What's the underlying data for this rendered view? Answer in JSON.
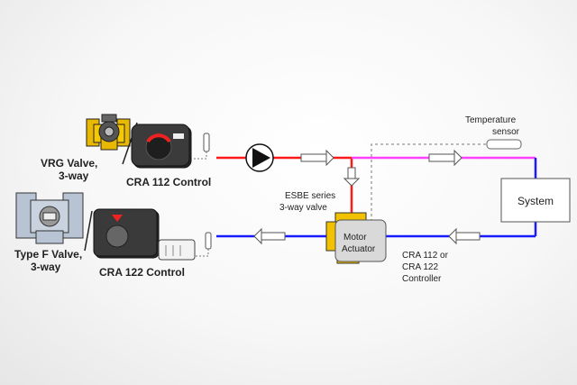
{
  "products": {
    "vrg_valve_label_line1": "VRG Valve,",
    "vrg_valve_label_line2": "3-way",
    "cra112_label": "CRA 112 Control",
    "type_f_valve_label_line1": "Type F Valve,",
    "type_f_valve_label_line2": "3-way",
    "cra122_label": "CRA 122 Control"
  },
  "schematic": {
    "temperature_sensor_line1": "Temperature",
    "temperature_sensor_line2": "sensor",
    "system_label": "System",
    "valve_label_line1": "ESBE series",
    "valve_label_line2": "3-way valve",
    "actuator_label_line1": "Motor",
    "actuator_label_line2": "Actuator",
    "controller_label_line1": "CRA 112 or",
    "controller_label_line2": "CRA 122",
    "controller_label_line3": "Controller"
  },
  "colors": {
    "hot_pipe": "#ff1a1a",
    "mixed_pipe": "#ff40ff",
    "cold_pipe": "#1a1aff",
    "valve_brass": "#f2c200",
    "actuator_grey": "#d9d9d9"
  },
  "icons": [
    "pump-icon",
    "flow-arrow-icon",
    "temperature-sensor-icon",
    "valve-icon",
    "controller-icon"
  ]
}
